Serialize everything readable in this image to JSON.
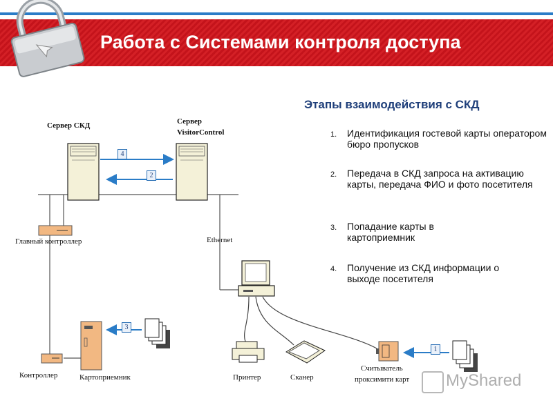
{
  "header": {
    "title": "Работа с Системами контроля доступа"
  },
  "section": {
    "subtitle": "Этапы взаимодействия с СКД"
  },
  "steps": [
    {
      "num": "1.",
      "text": "Идентификация гостевой карты оператором бюро пропусков"
    },
    {
      "num": "2.",
      "text": "Передача в СКД запроса на активацию карты, передача ФИО и фото посетителя"
    },
    {
      "num": "3.",
      "text": "Попадание карты в картоприемник"
    },
    {
      "num": "4.",
      "text": "Получение из СКД информации о выходе посетителя"
    }
  ],
  "diagram": {
    "server_skd": "Сервер СКД",
    "server_vc_line1": "Сервер",
    "server_vc_line2": "VisitorControl",
    "main_controller": "Главный контроллер",
    "ethernet": "Ethernet",
    "controller": "Контроллер",
    "card_receiver": "Картоприемник",
    "printer": "Принтер",
    "scanner": "Сканер",
    "reader_line1": "Считыватель",
    "reader_line2": "проксимити карт",
    "arrow_labels": [
      "4",
      "2",
      "3",
      "1"
    ]
  },
  "watermark": {
    "text": "MyShared"
  },
  "colors": {
    "banner": "#c4131b",
    "accent_blue": "#2a7cc7",
    "subtitle": "#1f3f7a",
    "device_tan": "#f2b882"
  }
}
